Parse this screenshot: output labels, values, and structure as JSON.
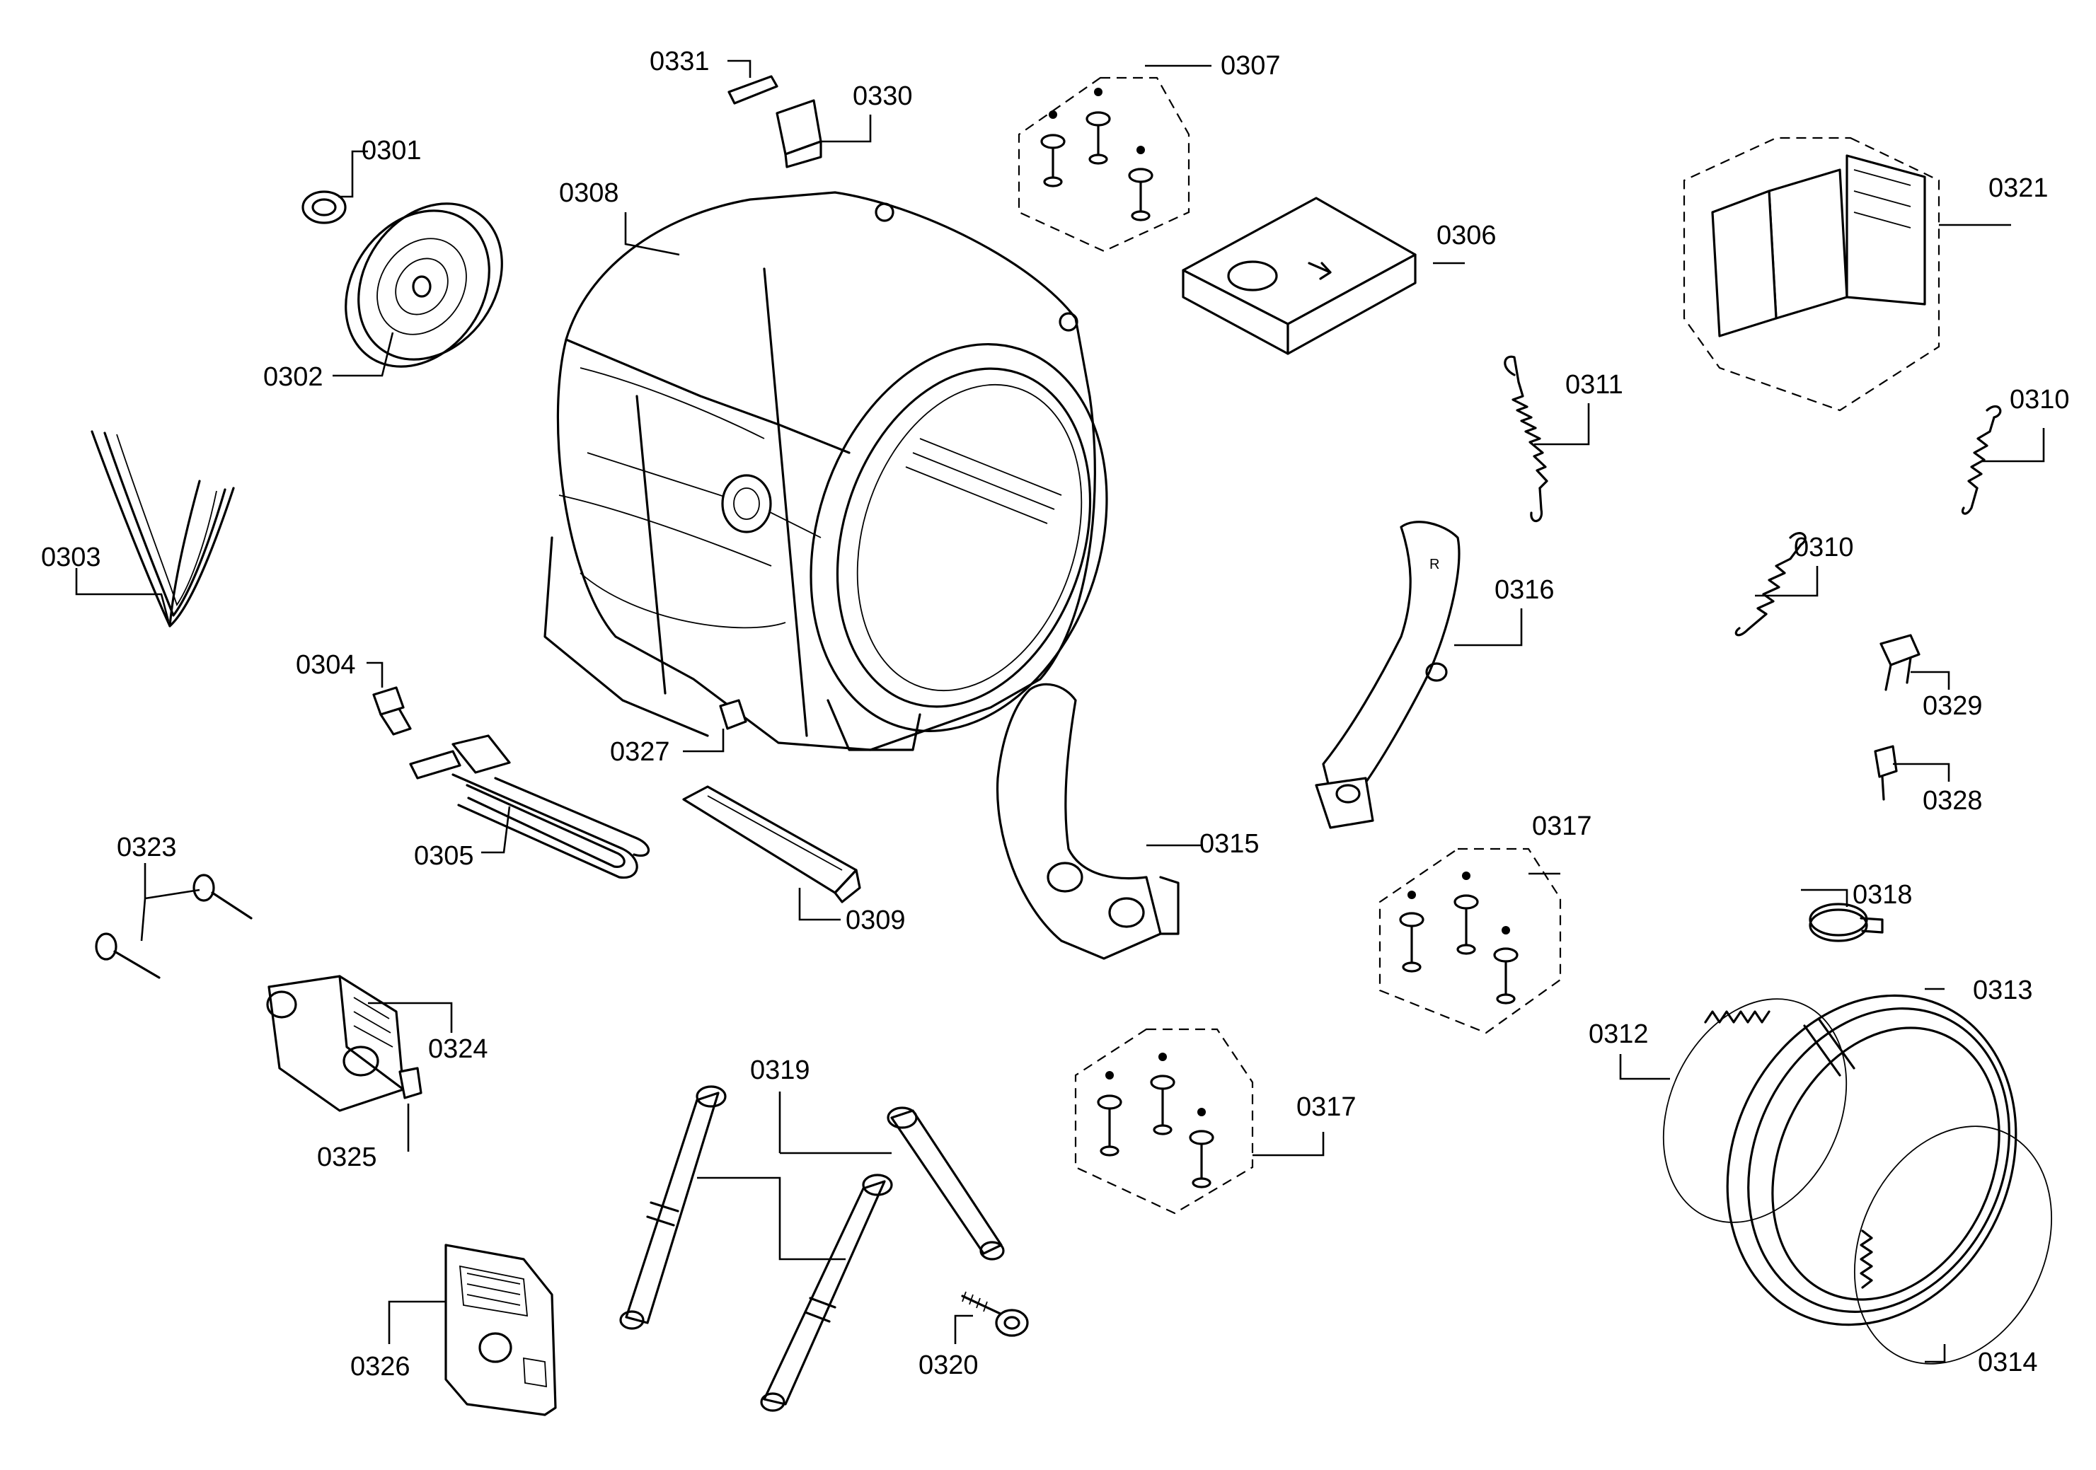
{
  "parts": {
    "p0301": "0301",
    "p0302": "0302",
    "p0303": "0303",
    "p0304": "0304",
    "p0305": "0305",
    "p0306": "0306",
    "p0307": "0307",
    "p0308": "0308",
    "p0309": "0309",
    "p0310a": "0310",
    "p0310b": "0310",
    "p0311": "0311",
    "p0312": "0312",
    "p0313": "0313",
    "p0314": "0314",
    "p0315": "0315",
    "p0316": "0316",
    "p0317a": "0317",
    "p0317b": "0317",
    "p0318": "0318",
    "p0319": "0319",
    "p0320": "0320",
    "p0321": "0321",
    "p0323": "0323",
    "p0324": "0324",
    "p0325": "0325",
    "p0326": "0326",
    "p0327": "0327",
    "p0328": "0328",
    "p0329": "0329",
    "p0330": "0330",
    "p0331": "0331"
  },
  "colors": {
    "line": "#000000",
    "background": "#ffffff"
  }
}
